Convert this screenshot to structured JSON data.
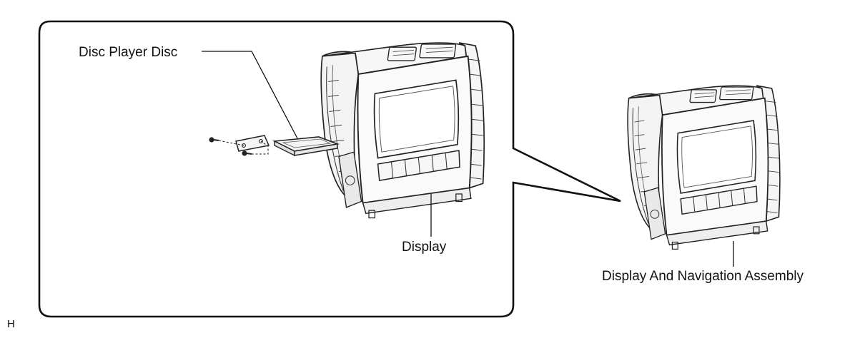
{
  "labels": {
    "disc_player_disc": "Disc Player Disc",
    "display": "Display",
    "display_nav_assembly": "Display And Navigation Assembly",
    "figure_code": "H"
  },
  "icons": {
    "unit": "display-navigation-assembly-icon",
    "disc_mechanism": "disc-player-mechanism-icon",
    "bracket": "bracket-icon",
    "screw": "screw-icon"
  }
}
